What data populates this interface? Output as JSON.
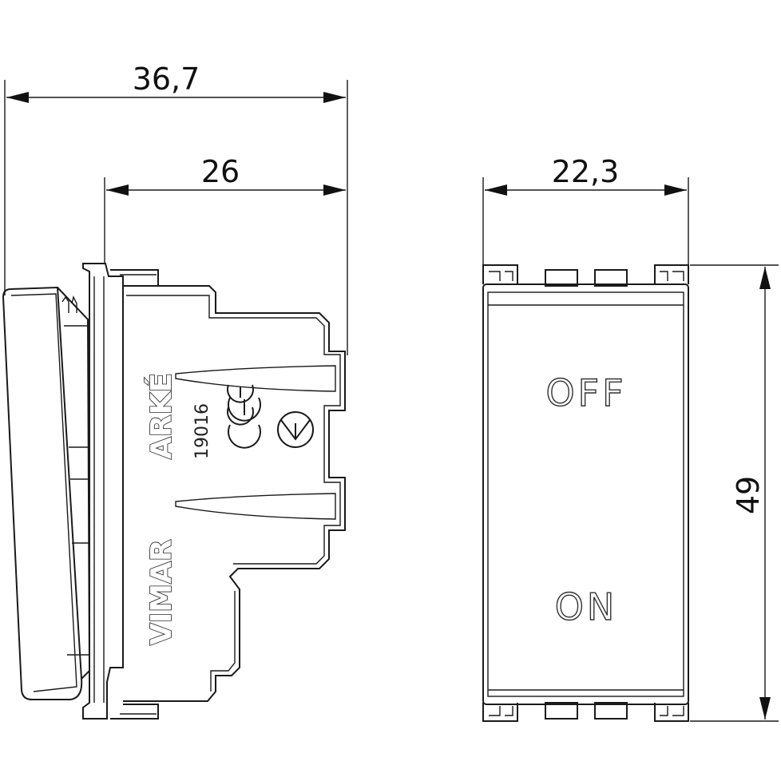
{
  "dimensions": {
    "overall_depth": "36,7",
    "body_depth": "26",
    "front_width": "22,3",
    "front_height": "49"
  },
  "side_view": {
    "brand_series": "ARKÉ",
    "product_code": "19016",
    "manufacturer": "VIMAR"
  },
  "front_view": {
    "label_top": "OFF",
    "label_bottom": "ON"
  }
}
